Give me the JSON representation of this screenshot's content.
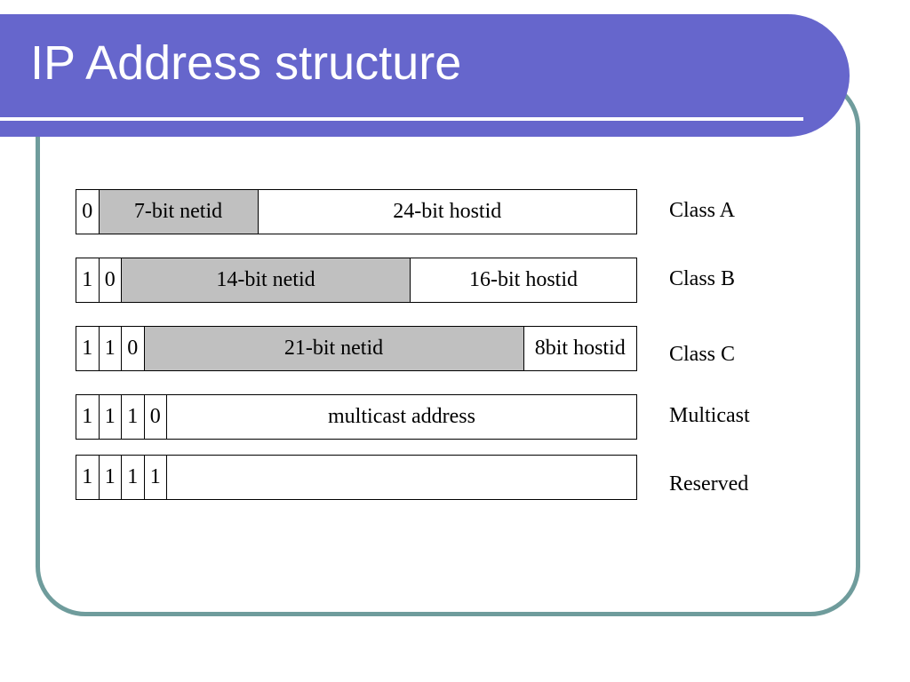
{
  "slide": {
    "title": "IP Address structure"
  },
  "rows": [
    {
      "label": "Class A",
      "bits": [
        "0"
      ],
      "netid": "7-bit netid",
      "hostid": "24-bit hostid"
    },
    {
      "label": "Class B",
      "bits": [
        "1",
        "0"
      ],
      "netid": "14-bit netid",
      "hostid": "16-bit hostid"
    },
    {
      "label": "Class C",
      "bits": [
        "1",
        "1",
        "0"
      ],
      "netid": "21-bit netid",
      "hostid": "8bit hostid"
    },
    {
      "label": "Multicast",
      "bits": [
        "1",
        "1",
        "1",
        "0"
      ],
      "address": "multicast address"
    },
    {
      "label": "Reserved",
      "bits": [
        "1",
        "1",
        "1",
        "1"
      ],
      "address": ""
    }
  ],
  "colors": {
    "title_bar": "#6666cc",
    "frame": "#6f9c9c",
    "netid_fill": "#c0c0c0"
  }
}
